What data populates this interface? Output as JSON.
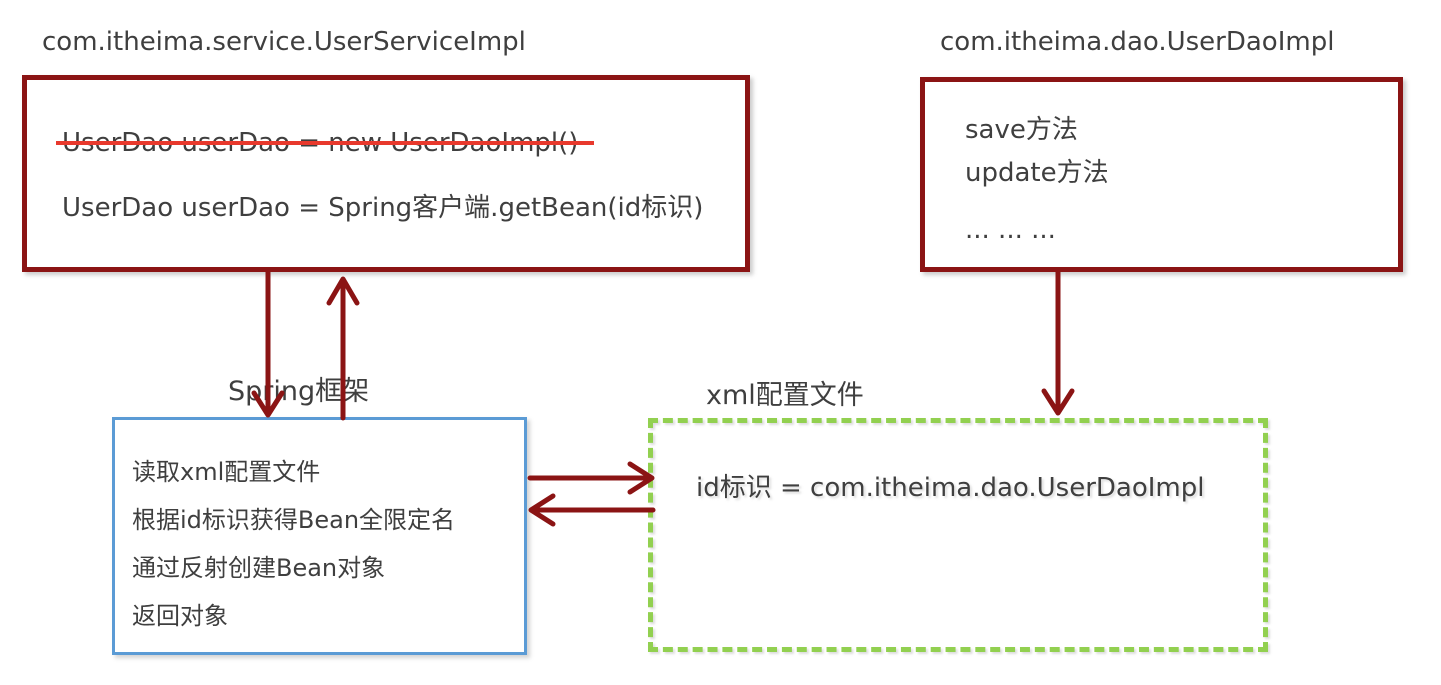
{
  "labels": {
    "service_title": "com.itheima.service.UserServiceImpl",
    "dao_title": "com.itheima.dao.UserDaoImpl",
    "spring_label": "Spring框架",
    "xml_label": "xml配置文件"
  },
  "service_box": {
    "deprecated_line": "UserDao userDao = new UserDaoImpl()",
    "current_line": "UserDao userDao = Spring客户端.getBean(id标识)"
  },
  "dao_box": {
    "lines": [
      "save方法",
      "update方法",
      "... ... ..."
    ]
  },
  "spring_box": {
    "lines": [
      "读取xml配置文件",
      "根据id标识获得Bean全限定名",
      "通过反射创建Bean对象",
      "返回对象"
    ]
  },
  "xml_box": {
    "line": "id标识 = com.itheima.dao.UserDaoImpl"
  },
  "colors": {
    "dark_red": "#8B1414",
    "strike_red": "#E8392D",
    "blue": "#5B9BD5",
    "green": "#92D050",
    "text": "#3F3F3F"
  }
}
